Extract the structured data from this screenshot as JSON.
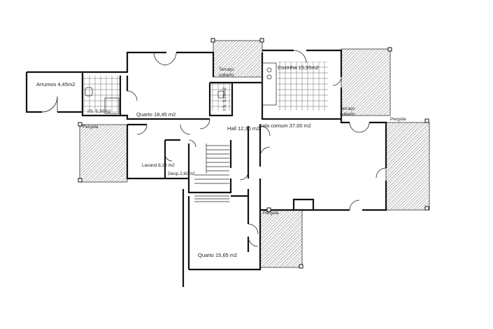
{
  "plan": {
    "rooms": {
      "arrumos": "Arrumos 4,45m2",
      "is_main": "I/S. 5,30m2",
      "quarto_top": "Quarto 18,45 m2",
      "terraco_top": "Terraço coberto",
      "is_small": "I.S. 3,20m2",
      "cozinha": "Cozinha 15,95m2",
      "terraco_right": "Terraço coberto",
      "hall": "Hall 12,30 m2",
      "sala": "Sala comum 37,00 m2",
      "pergola_left": "Pergola",
      "pergola_right": "Pergola",
      "pergola_bottom": "Pergola",
      "lavandaria": "Lavand.8,20 m2",
      "desp": "Desp.2,60m2",
      "quarto_bottom": "Quarto 15,65 m2"
    }
  }
}
